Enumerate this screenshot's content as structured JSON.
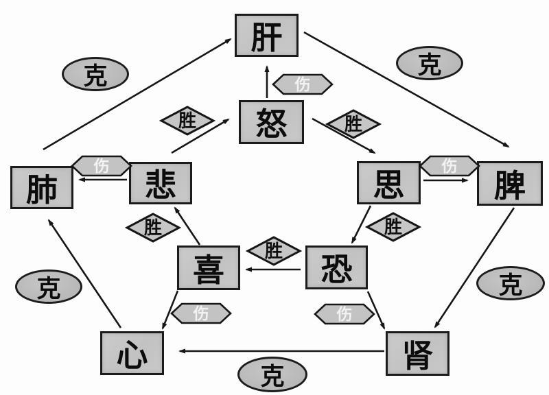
{
  "badges": {
    "restrain": "克",
    "overcome": "胜",
    "injure": "伤"
  },
  "nodes": {
    "liver": {
      "label": "肝",
      "type": "organ"
    },
    "anger": {
      "label": "怒",
      "type": "emotion"
    },
    "lung": {
      "label": "肺",
      "type": "organ"
    },
    "sadness": {
      "label": "悲",
      "type": "emotion"
    },
    "thought": {
      "label": "思",
      "type": "emotion"
    },
    "spleen": {
      "label": "脾",
      "type": "organ"
    },
    "joy": {
      "label": "喜",
      "type": "emotion"
    },
    "fear": {
      "label": "恐",
      "type": "emotion"
    },
    "heart": {
      "label": "心",
      "type": "organ"
    },
    "kidney": {
      "label": "肾",
      "type": "organ"
    }
  },
  "edges": [
    {
      "from": "肺",
      "to": "肝",
      "relation": "克"
    },
    {
      "from": "肝",
      "to": "脾",
      "relation": "克"
    },
    {
      "from": "脾",
      "to": "肾",
      "relation": "克"
    },
    {
      "from": "肾",
      "to": "心",
      "relation": "克"
    },
    {
      "from": "心",
      "to": "肺",
      "relation": "克"
    },
    {
      "from": "悲",
      "to": "怒",
      "relation": "胜"
    },
    {
      "from": "怒",
      "to": "思",
      "relation": "胜"
    },
    {
      "from": "思",
      "to": "恐",
      "relation": "胜"
    },
    {
      "from": "恐",
      "to": "喜",
      "relation": "胜"
    },
    {
      "from": "喜",
      "to": "悲",
      "relation": "胜"
    },
    {
      "from": "怒",
      "to": "肝",
      "relation": "伤"
    },
    {
      "from": "悲",
      "to": "肺",
      "relation": "伤"
    },
    {
      "from": "思",
      "to": "脾",
      "relation": "伤"
    },
    {
      "from": "喜",
      "to": "心",
      "relation": "伤"
    },
    {
      "from": "恐",
      "to": "肾",
      "relation": "伤"
    }
  ],
  "colors": {
    "background": "#fdfdfd",
    "node_fill": "#c6c6c6",
    "border": "#1b1b1b",
    "arrow": "#161616",
    "injure_text": "#f7f7f7"
  }
}
